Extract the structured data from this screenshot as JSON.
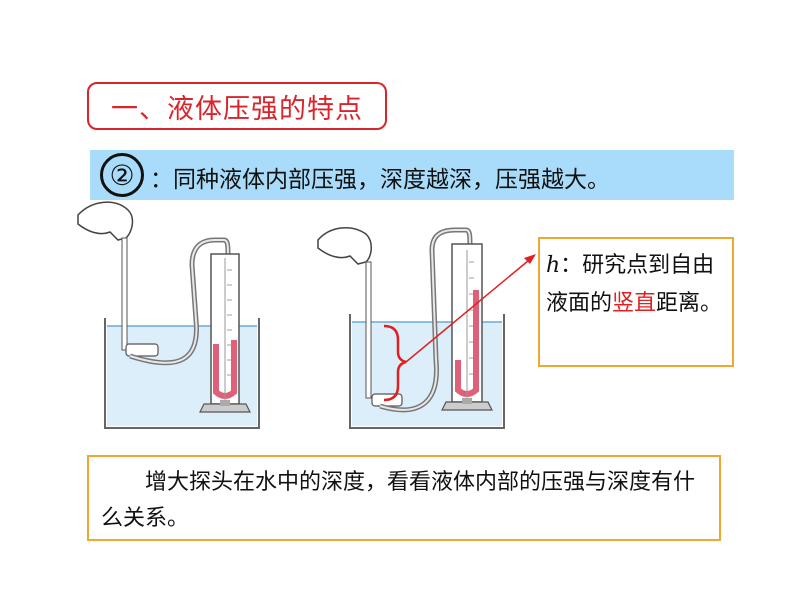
{
  "title": "一、液体压强的特点",
  "banner": {
    "number": "②",
    "text": "：同种液体内部压强，深度越深，压强越大。"
  },
  "note": {
    "symbol": "h",
    "part1": "：研究点到自由液面的",
    "highlight": "竖直",
    "part2": "距离。"
  },
  "bottom_text": "增大探头在水中的深度，看看液体内部的压强与深度有什么关系。",
  "colors": {
    "title_red": "#d9242b",
    "banner_blue": "#a9dcfa",
    "box_orange": "#f0a830",
    "highlight_red": "#e02020",
    "liquid_pink": "#e0607a"
  }
}
